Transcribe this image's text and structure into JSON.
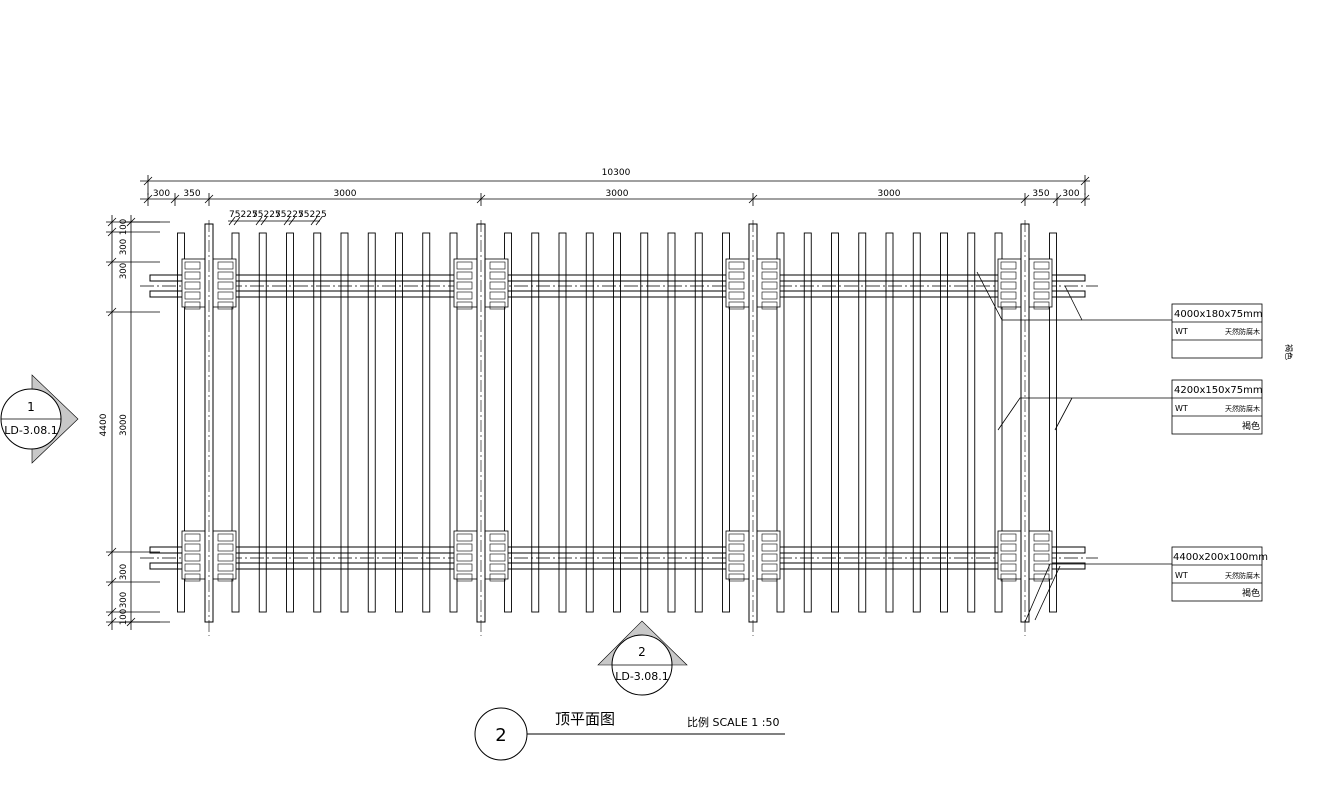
{
  "drawing": {
    "title": "顶平面图",
    "scale_label": "比例 SCALE 1 :50",
    "number": "2"
  },
  "dimensions": {
    "overall": "10300",
    "top_segments": [
      "300",
      "350",
      "3000",
      "3000",
      "3000",
      "350",
      "300"
    ],
    "spacing_labels": [
      "75",
      "225",
      "75",
      "225",
      "75",
      "225",
      "75",
      "225"
    ],
    "overall_vertical": "4400",
    "left_segments": [
      "100",
      "300",
      "300",
      "3000",
      "300",
      "300",
      "100"
    ]
  },
  "section_marks": [
    {
      "number": "1",
      "sheet": "LD-3.08.1"
    },
    {
      "number": "2",
      "sheet": "LD-3.08.1"
    }
  ],
  "callouts": [
    {
      "size": "4000x180x75mm",
      "code": "WT",
      "material": "天然防腐木",
      "color": "褐色"
    },
    {
      "size": "4200x150x75mm",
      "code": "WT",
      "material": "天然防腐木",
      "color": "褐色"
    },
    {
      "size": "4400x200x100mm",
      "code": "WT",
      "material": "天然防腐木",
      "color": "褐色"
    }
  ],
  "colors": {
    "line": "#000000",
    "background": "#ffffff"
  }
}
